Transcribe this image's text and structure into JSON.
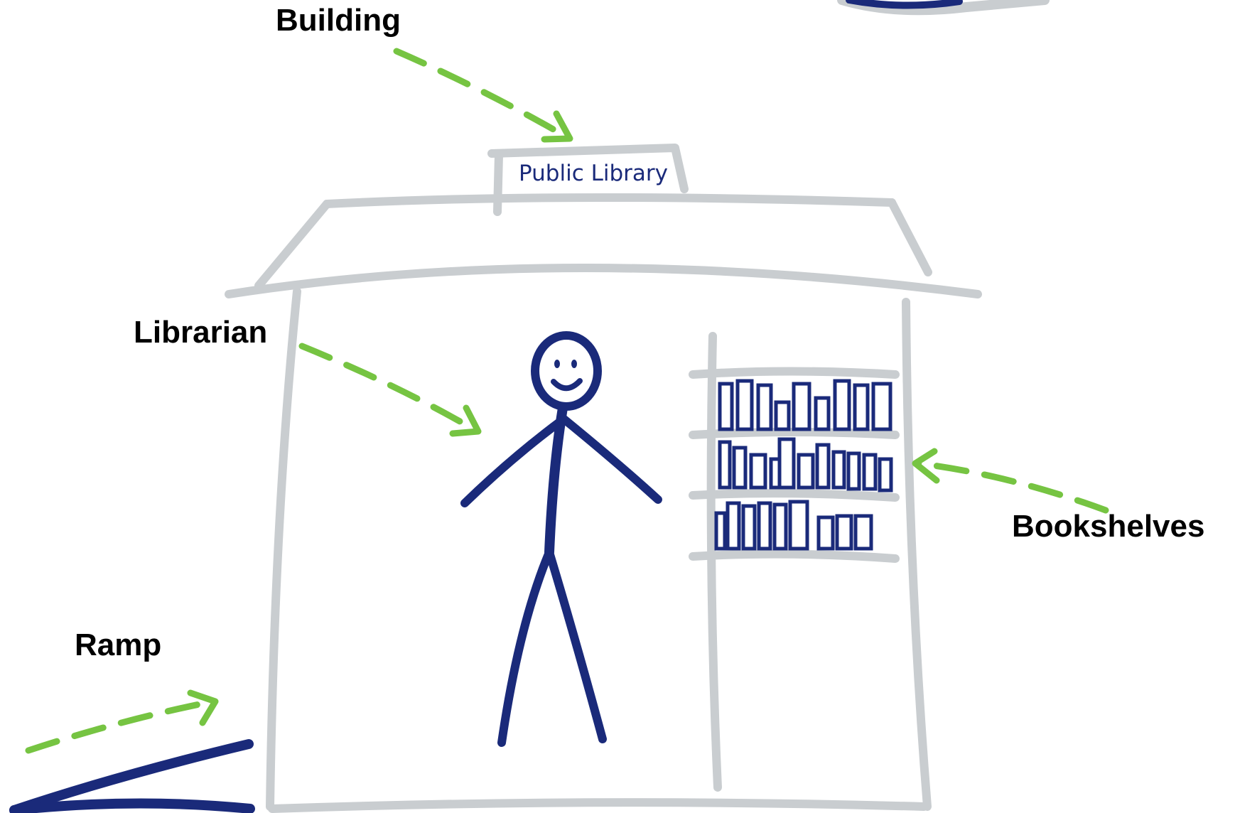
{
  "labels": {
    "building": "Building",
    "librarian": "Librarian",
    "bookshelves": "Bookshelves",
    "ramp": "Ramp"
  },
  "sign": {
    "text": "Public Library"
  },
  "colors": {
    "structure": "#c9cdd0",
    "figure": "#1a2a7a",
    "arrow": "#76c442",
    "label": "#000000"
  }
}
